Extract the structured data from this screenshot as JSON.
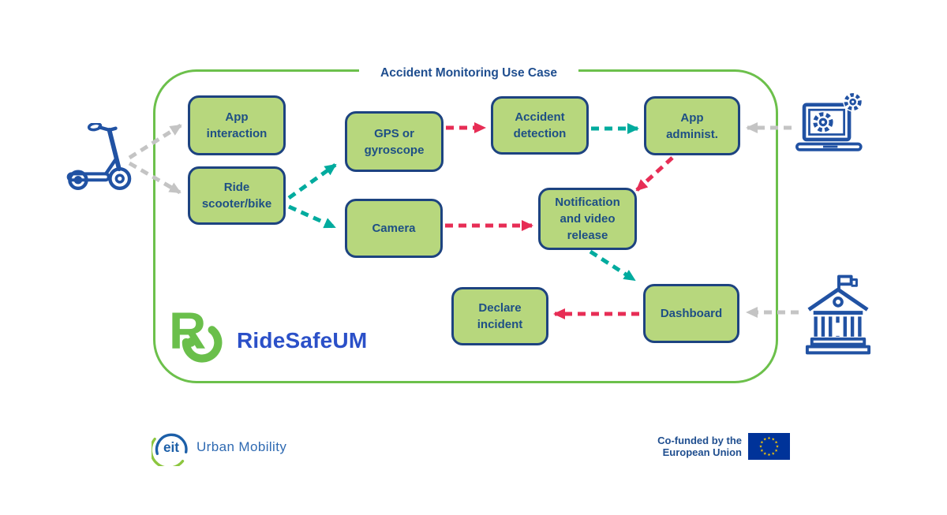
{
  "title": "Accident Monitoring Use Case",
  "diagram": {
    "nodes": [
      {
        "id": "app-interaction",
        "label": "App interaction"
      },
      {
        "id": "ride-scooter-bike",
        "label": "Ride scooter/bike"
      },
      {
        "id": "gps-gyroscope",
        "label": "GPS or gyroscope"
      },
      {
        "id": "camera",
        "label": "Camera"
      },
      {
        "id": "accident-detection",
        "label": "Accident detection"
      },
      {
        "id": "app-administ",
        "label": "App administ."
      },
      {
        "id": "notification-video-release",
        "label": "Notification and video release"
      },
      {
        "id": "declare-incident",
        "label": "Declare incident"
      },
      {
        "id": "dashboard",
        "label": "Dashboard"
      }
    ],
    "actors": [
      {
        "id": "rider",
        "icon": "scooter-icon"
      },
      {
        "id": "operator",
        "icon": "laptop-gears-icon"
      },
      {
        "id": "authority",
        "icon": "government-building-icon"
      }
    ],
    "edges": [
      {
        "from": "rider",
        "to": "app-interaction",
        "style": "gray-dashed"
      },
      {
        "from": "rider",
        "to": "ride-scooter-bike",
        "style": "gray-dashed"
      },
      {
        "from": "ride-scooter-bike",
        "to": "gps-gyroscope",
        "style": "teal-dashed"
      },
      {
        "from": "ride-scooter-bike",
        "to": "camera",
        "style": "teal-dashed"
      },
      {
        "from": "gps-gyroscope",
        "to": "accident-detection",
        "style": "red-dashed"
      },
      {
        "from": "camera",
        "to": "notification-video-release",
        "style": "red-dashed"
      },
      {
        "from": "accident-detection",
        "to": "app-administ",
        "style": "teal-dashed"
      },
      {
        "from": "operator",
        "to": "app-administ",
        "style": "gray-dashed"
      },
      {
        "from": "app-administ",
        "to": "notification-video-release",
        "style": "red-dashed"
      },
      {
        "from": "notification-video-release",
        "to": "dashboard",
        "style": "teal-dashed"
      },
      {
        "from": "dashboard",
        "to": "declare-incident",
        "style": "red-dashed"
      },
      {
        "from": "authority",
        "to": "dashboard",
        "style": "gray-dashed"
      }
    ]
  },
  "branding": {
    "product": "RideSafeUM",
    "eit": "eit",
    "eit_label": "Urban Mobility",
    "eu_line1": "Co-funded by the",
    "eu_line2": "European Union"
  },
  "colors": {
    "frame_green": "#6cc04b",
    "box_fill": "#b7d77d",
    "box_border": "#1d4380",
    "text_navy": "#1f4e8f",
    "teal_arrow": "#00ab9e",
    "red_arrow": "#e72d55",
    "gray_arrow": "#c4c4c4",
    "icon_blue": "#2152a3",
    "logo_green": "#6abf4b",
    "logo_blue": "#2b50c8",
    "eu_flag_blue": "#003399",
    "eu_star_yellow": "#ffcc00"
  }
}
